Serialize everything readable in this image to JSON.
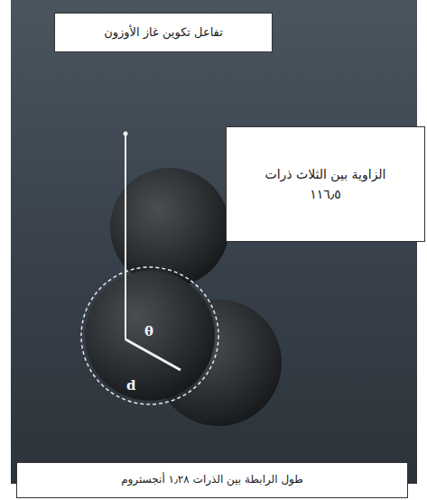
{
  "diagram": {
    "nodes": [
      {
        "text": [
          "تفاعل تكوين غاز الأوزون"
        ]
      },
      {
        "text": [
          "الزاوية بين الثلاث ذرات ١١٦٫٥"
        ]
      },
      {
        "text": [
          "طول الرابطة بين الذرات ١٫٢٨ أنجستروم"
        ]
      }
    ],
    "labels": [
      "θ",
      "d"
    ]
  }
}
